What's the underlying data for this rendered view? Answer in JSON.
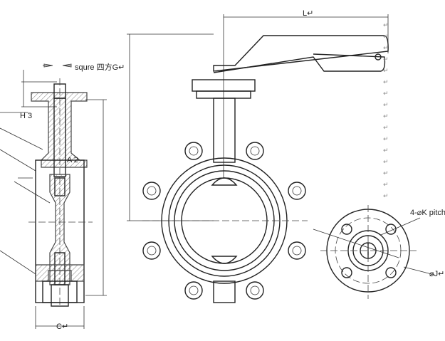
{
  "labels": {
    "square_g": "squre 四方G↵",
    "h3": "H 3",
    "a2": "A 2",
    "l": "L↵",
    "c": "C↵",
    "k_pitch": "4-⌀K pitch",
    "j": "⌀J↵",
    "return_mark": "↵"
  }
}
